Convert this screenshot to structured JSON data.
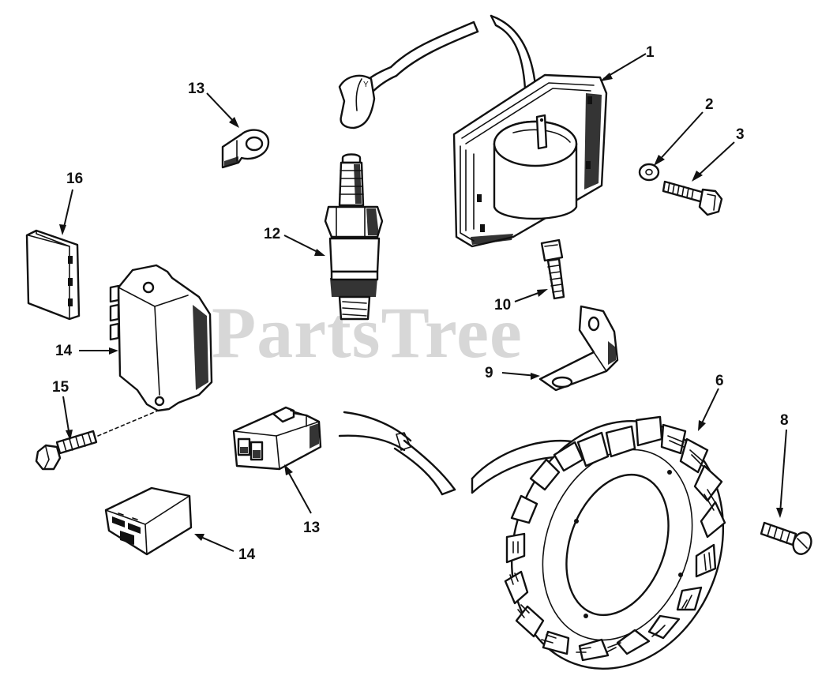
{
  "diagram": {
    "watermark": "PartsTree",
    "callouts": {
      "c1": "1",
      "c2": "2",
      "c3": "3",
      "c6": "6",
      "c8": "8",
      "c9": "9",
      "c10": "10",
      "c12": "12",
      "c13a": "13",
      "c13b": "13",
      "c14a": "14",
      "c14b": "14",
      "c15": "15",
      "c16": "16"
    },
    "colors": {
      "ink": "#111111",
      "watermark": "#b8b8b8",
      "background": "#ffffff"
    }
  }
}
